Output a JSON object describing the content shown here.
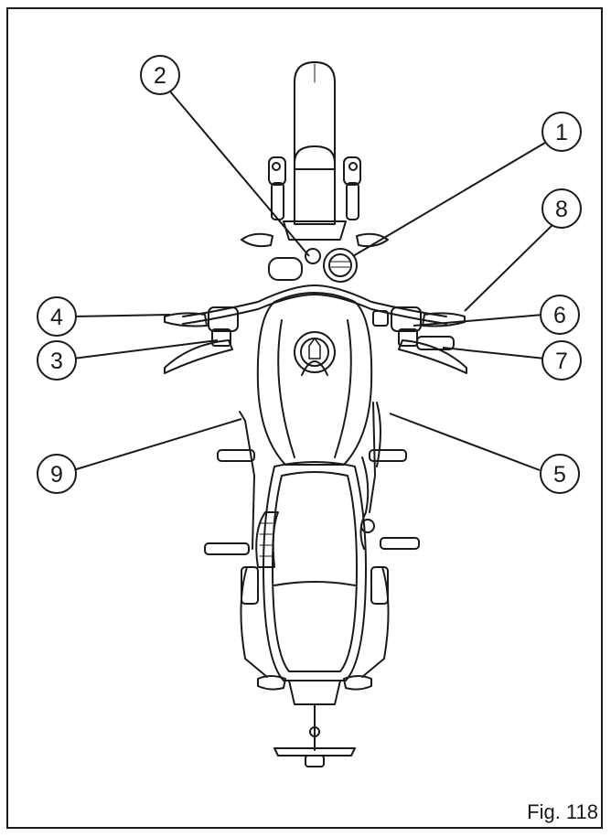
{
  "figure": {
    "caption": "Fig. 118"
  },
  "callouts": [
    {
      "id": "1",
      "label": "1"
    },
    {
      "id": "2",
      "label": "2"
    },
    {
      "id": "3",
      "label": "3"
    },
    {
      "id": "4",
      "label": "4"
    },
    {
      "id": "5",
      "label": "5"
    },
    {
      "id": "6",
      "label": "6"
    },
    {
      "id": "7",
      "label": "7"
    },
    {
      "id": "8",
      "label": "8"
    },
    {
      "id": "9",
      "label": "9"
    }
  ],
  "colors": {
    "line": "#1a1a1a",
    "background": "#ffffff"
  }
}
